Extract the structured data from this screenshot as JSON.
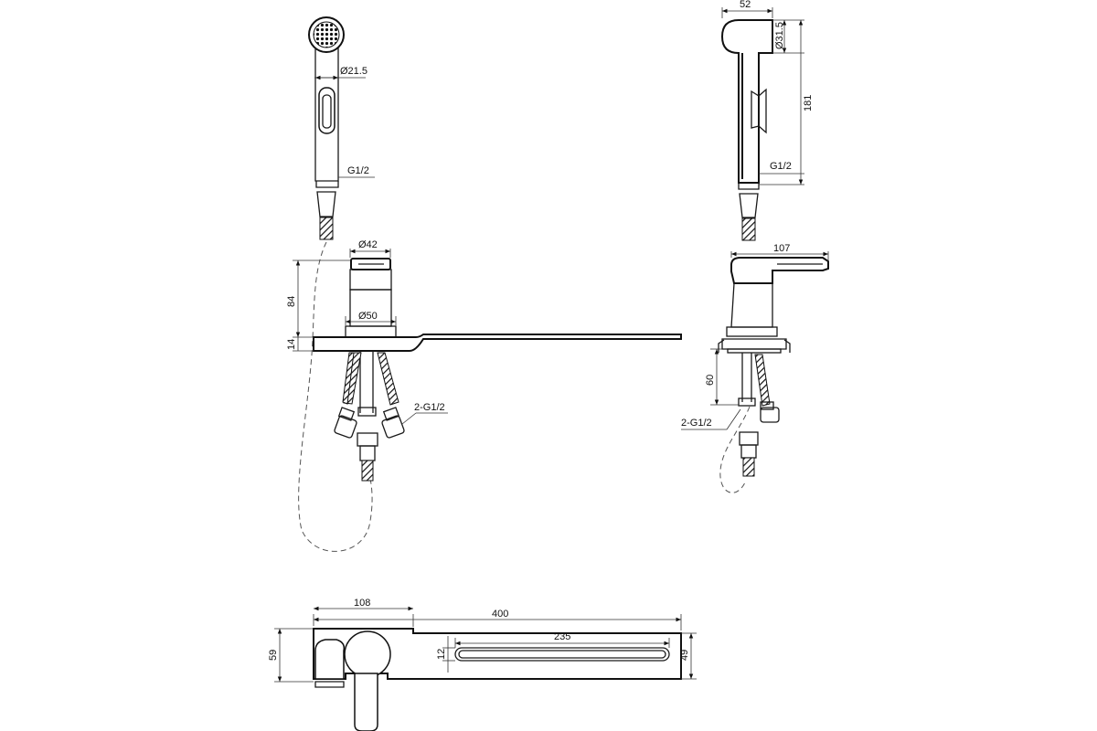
{
  "dimensions": {
    "spray_diameter": "Ø21.5",
    "spray_thread": "G1/2",
    "shower_width": "52",
    "shower_head_diameter": "Ø31.5",
    "shower_height": "181",
    "shower_side_thread": "G1/2",
    "body_diameter": "Ø42",
    "body_height": "84",
    "base_diameter": "Ø50",
    "plate_thickness": "14",
    "inlet_threads_front": "2-G1/2",
    "spout_projection": "107",
    "below_deck_depth": "60",
    "inlet_threads_side": "2-G1/2",
    "plan_offset": "108",
    "plan_length": "400",
    "plan_depth_total": "59",
    "slot_width": "12",
    "slot_length": "235",
    "plate_depth": "49"
  }
}
